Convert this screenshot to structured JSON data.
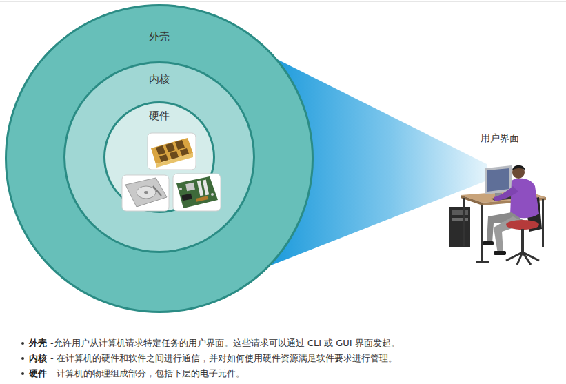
{
  "diagram": {
    "nodes": [
      {
        "text": [
          "外壳"
        ]
      },
      {
        "text": [
          "内核"
        ],
        "in": 0
      },
      {
        "text": [
          "硬件"
        ],
        "in": 1
      }
    ],
    "labels": [
      "用户界面",
      "外壳",
      "-允许用户从计算机请求特定任务的用户界面。这些请求可以通过 CLI 或 GUI 界面发起。",
      "内核",
      "- 在计算机的硬件和软件之间进行通信，并对如何使用硬件资源满足软件要求进行管理。",
      "硬件",
      "- 计算机的物理组成部分，包括下层的电子元件。"
    ]
  }
}
